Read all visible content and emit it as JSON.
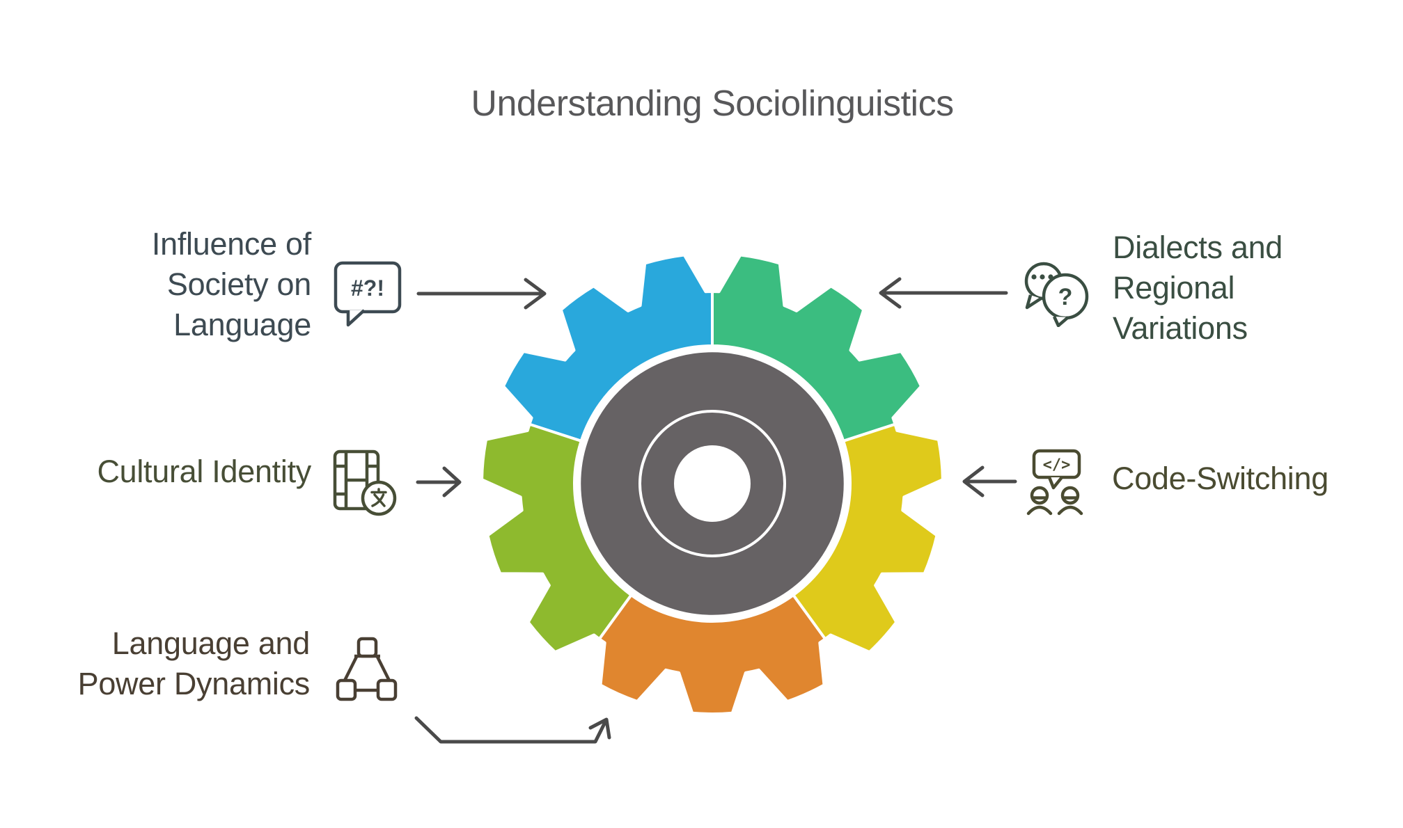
{
  "title": "Understanding Sociolinguistics",
  "colors": {
    "title": "#58585a",
    "arrow": "#4a4a4a",
    "hub": "#666264",
    "white": "#ffffff"
  },
  "gear": {
    "segments": [
      {
        "name": "dialects",
        "color": "#3bbd80",
        "start": 18
      },
      {
        "name": "influence",
        "color": "#29a8dc",
        "start": 90
      },
      {
        "name": "cultural",
        "color": "#8eba2e",
        "start": 162
      },
      {
        "name": "power",
        "color": "#e0862f",
        "start": 234
      },
      {
        "name": "code-switching",
        "color": "#dfca1b",
        "start": 306
      }
    ]
  },
  "items": {
    "influence": {
      "lines": [
        "Influence of",
        "Society on",
        "Language"
      ],
      "color": "#3d4a52",
      "icon": "speech-bubble-symbols",
      "icon_text": "#?!"
    },
    "cultural": {
      "lines": [
        "Cultural Identity"
      ],
      "color": "#474e36",
      "icon": "film-translate"
    },
    "power": {
      "lines": [
        "Language and",
        "Power Dynamics"
      ],
      "color": "#493f33",
      "icon": "network-hierarchy"
    },
    "dialects": {
      "lines": [
        "Dialects and",
        "Regional",
        "Variations"
      ],
      "color": "#3a4e42",
      "icon": "chat-bubbles-question",
      "icon_text": "?"
    },
    "code_switching": {
      "lines": [
        "Code-Switching"
      ],
      "color": "#4a4b31",
      "icon": "code-bubble-people",
      "icon_text": "&lt;/&gt;"
    }
  }
}
